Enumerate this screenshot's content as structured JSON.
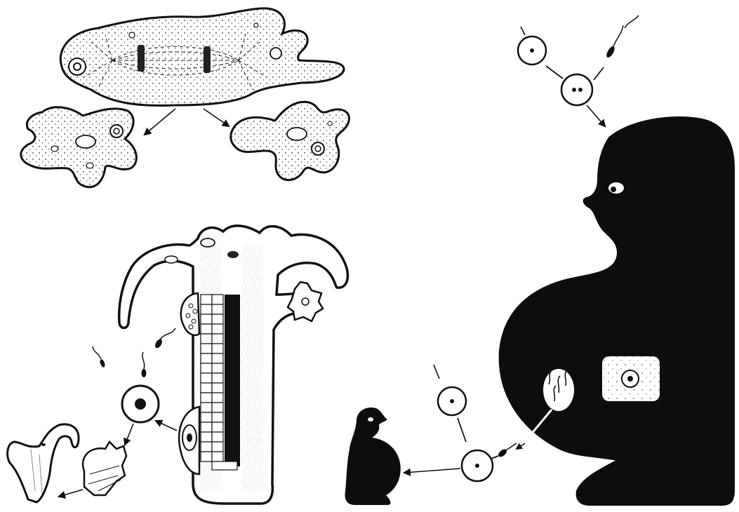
{
  "figure": {
    "panels": [
      {
        "id": "amoeba-division",
        "parts": [
          "dividing-amoeba",
          "daughter-amoeba-left",
          "daughter-amoeba-right"
        ]
      },
      {
        "id": "hydra-reproduction",
        "parts": [
          "hydra-section",
          "testis",
          "ovary",
          "egg-cell",
          "embryo",
          "young-hydra",
          "bud"
        ]
      },
      {
        "id": "human-reproduction",
        "parts": [
          "adult-figure",
          "ovum",
          "sperm",
          "zygote",
          "child-figure"
        ]
      }
    ],
    "colors": {
      "ink": "#111111",
      "paper": "#ffffff",
      "silhouette": "#0d0d0d",
      "stipple": "#333333"
    }
  }
}
